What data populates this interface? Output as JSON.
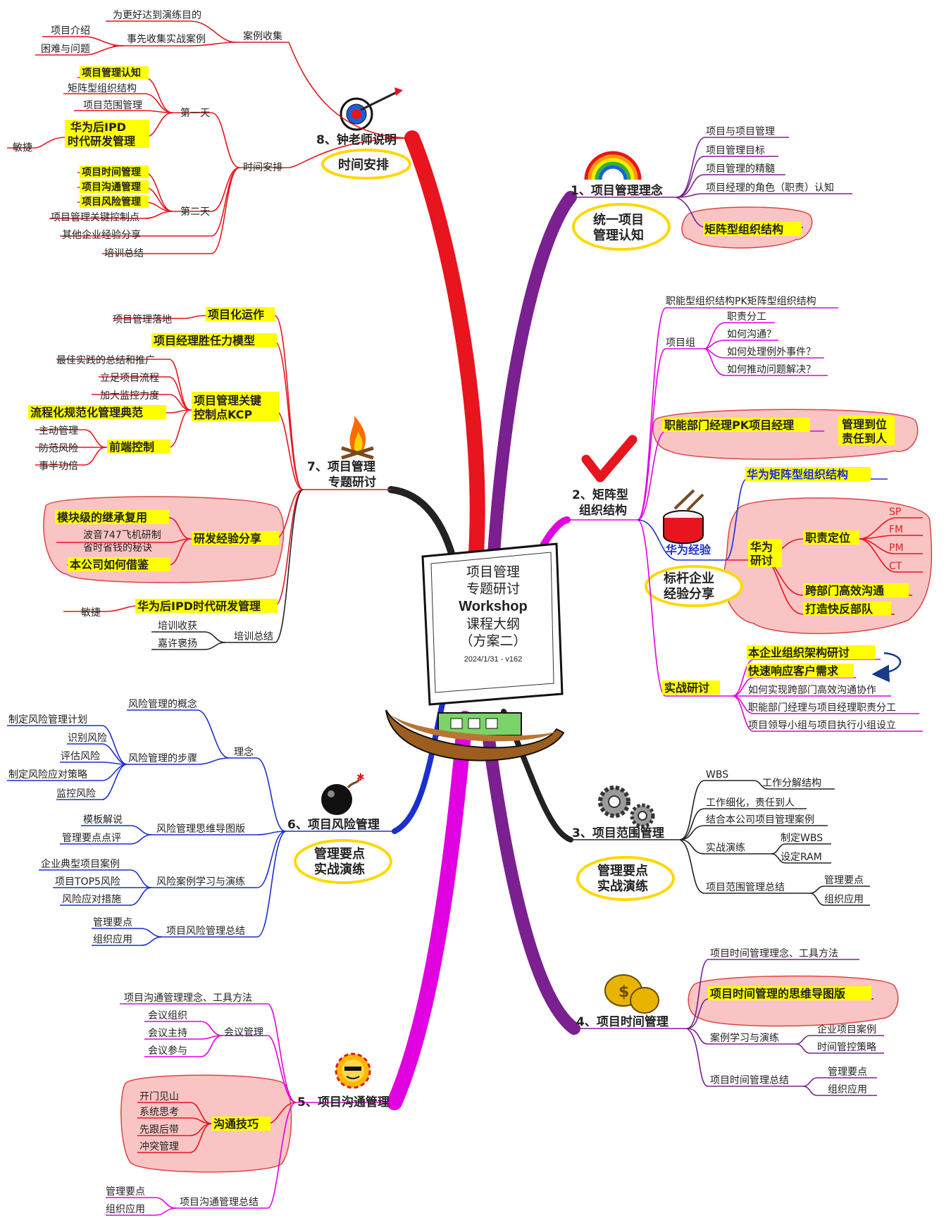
{
  "center": {
    "line1": "项目管理",
    "line2": "专题研讨",
    "line3": "Workshop",
    "line4": "课程大纲",
    "line5": "（方案二）",
    "version": "2024/1/31 - v162"
  },
  "colors": {
    "b1": "#7a2090",
    "b2": "#e000e0",
    "b3": "#222222",
    "b4": "#7a2090",
    "b5": "#e000e0",
    "b6": "#1a2fd0",
    "b7": "#222222",
    "b8": "#e8141e",
    "callout": "#ff0000",
    "cloud": "#f9c4c4",
    "highlight": "#ffff00"
  },
  "b1": {
    "title": "1、项目管理理念",
    "i1": "项目与项目管理",
    "i2": "项目管理目标",
    "i3": "项目管理的精髓",
    "i4": "项目经理的角色（职责）认知",
    "cloud": "矩阵型组织结构",
    "callout1": "统一项目",
    "callout2": "管理认知"
  },
  "b2": {
    "title1": "2、矩阵型",
    "title2": "组织结构",
    "i1": "职能型组织结构PK矩阵型组织结构",
    "xmz": "项目组",
    "x1": "职责分工",
    "x2": "如何沟通？",
    "x3": "如何处理例外事件？",
    "x4": "如何推动问题解决？",
    "pk": "职能部门经理PK项目经理",
    "pk1": "管理到位",
    "pk2": "责任到人",
    "hw": "华为经验",
    "hwm": "华为矩阵型组织结构",
    "hwyt1": "华为",
    "hwyt2": "研讨",
    "zz": "职责定位",
    "sp": "SP",
    "fm": "FM",
    "pm": "PM",
    "ct": "CT",
    "kb": "跨部门高效沟通",
    "dz": "打造快反部队",
    "callout1": "标杆企业",
    "callout2": "经验分享",
    "sz": "实战研讨",
    "s1": "本企业组织架构研讨",
    "s2": "快速响应客户需求",
    "s3": "如何实现跨部门高效沟通协作",
    "s4": "职能部门经理与项目经理职责分工",
    "s5": "项目领导小组与项目执行小组设立"
  },
  "b3": {
    "title": "3、项目范围管理",
    "wbs": "WBS",
    "wbsd": "工作分解结构",
    "i2": "工作细化，责任到人",
    "i3": "结合本公司项目管理案例",
    "szyl": "实战演练",
    "zd": "制定WBS",
    "sd": "设定RAM",
    "zj": "项目范围管理总结",
    "gl": "管理要点",
    "zy": "组织应用",
    "callout1": "管理要点",
    "callout2": "实战演练"
  },
  "b4": {
    "title": "4、项目时间管理",
    "i1": "项目时间管理理念、工具方法",
    "cloud": "项目时间管理的思维导图版",
    "al": "案例学习与演练",
    "a1": "企业项目案例",
    "a2": "时间管控策略",
    "zj": "项目时间管理总结",
    "gl": "管理要点",
    "zy": "组织应用"
  },
  "b5": {
    "title": "5、项目沟通管理",
    "i1": "项目沟通管理理念、工具方法",
    "hy": "会议管理",
    "h1": "会议组织",
    "h2": "会议主持",
    "h3": "会议参与",
    "jq": "沟通技巧",
    "j1": "开门见山",
    "j2": "系统思考",
    "j3": "先跟后带",
    "j4": "冲突管理",
    "zj": "项目沟通管理总结",
    "gl": "管理要点",
    "zy": "组织应用"
  },
  "b6": {
    "title": "6、项目风险管理",
    "ln": "理念",
    "gn": "风险管理的概念",
    "bz": "风险管理的步骤",
    "s1": "制定风险管理计划",
    "s2": "识别风险",
    "s3": "评估风险",
    "s4": "制定风险应对策略",
    "s5": "监控风险",
    "sw": "风险管理思维导图版",
    "m1": "模板解说",
    "m2": "管理要点点评",
    "al": "风险案例学习与演练",
    "a1": "企业典型项目案例",
    "a2": "项目TOP5风险",
    "a3": "风险应对措施",
    "zj": "项目风险管理总结",
    "gl": "管理要点",
    "zy": "组织应用",
    "callout1": "管理要点",
    "callout2": "实战演练"
  },
  "b7": {
    "title1": "7、项目管理",
    "title2": "专题研讨",
    "xmh": "项目化运作",
    "ld": "项目管理落地",
    "sr": "项目经理胜任力模型",
    "kcp1": "项目管理关键",
    "kcp2": "控制点KCP",
    "k1": "最佳实践的总结和推广",
    "k2": "立足项目流程",
    "k3": "加大监控力度",
    "k4": "流程化规范化管理典范",
    "qd": "前端控制",
    "q1": "主动管理",
    "q2": "防范风险",
    "q3": "事半功倍",
    "yf": "研发经验分享",
    "y1": "模块级的继承复用",
    "y2a": "波音747飞机研制",
    "y2b": "省时省钱的秘诀",
    "y3": "本公司如何借鉴",
    "hw": "华为后IPD时代研发管理",
    "mj": "敏捷",
    "px": "培训总结",
    "p1": "培训收获",
    "p2": "嘉许褒扬"
  },
  "b8": {
    "title": "8、钟老师说明",
    "al": "案例收集",
    "a1": "为更好达到演练目的",
    "a2": "事先收集实战案例",
    "a3": "项目介绍",
    "a4": "困难与问题",
    "sj": "时间安排",
    "d1": "第一天",
    "d1a": "项目管理认知",
    "d1b": "矩阵型组织结构",
    "d1c": "项目范围管理",
    "d1d1": "华为后IPD",
    "d1d2": "时代研发管理",
    "mj": "敏捷",
    "d2": "第二天",
    "d2a": "项目时间管理",
    "d2b": "项目沟通管理",
    "d2c": "项目风险管理",
    "d2d": "项目管理关键控制点",
    "d2e": "其他企业经验分享",
    "d2f": "培训总结",
    "callout": "时间安排"
  }
}
